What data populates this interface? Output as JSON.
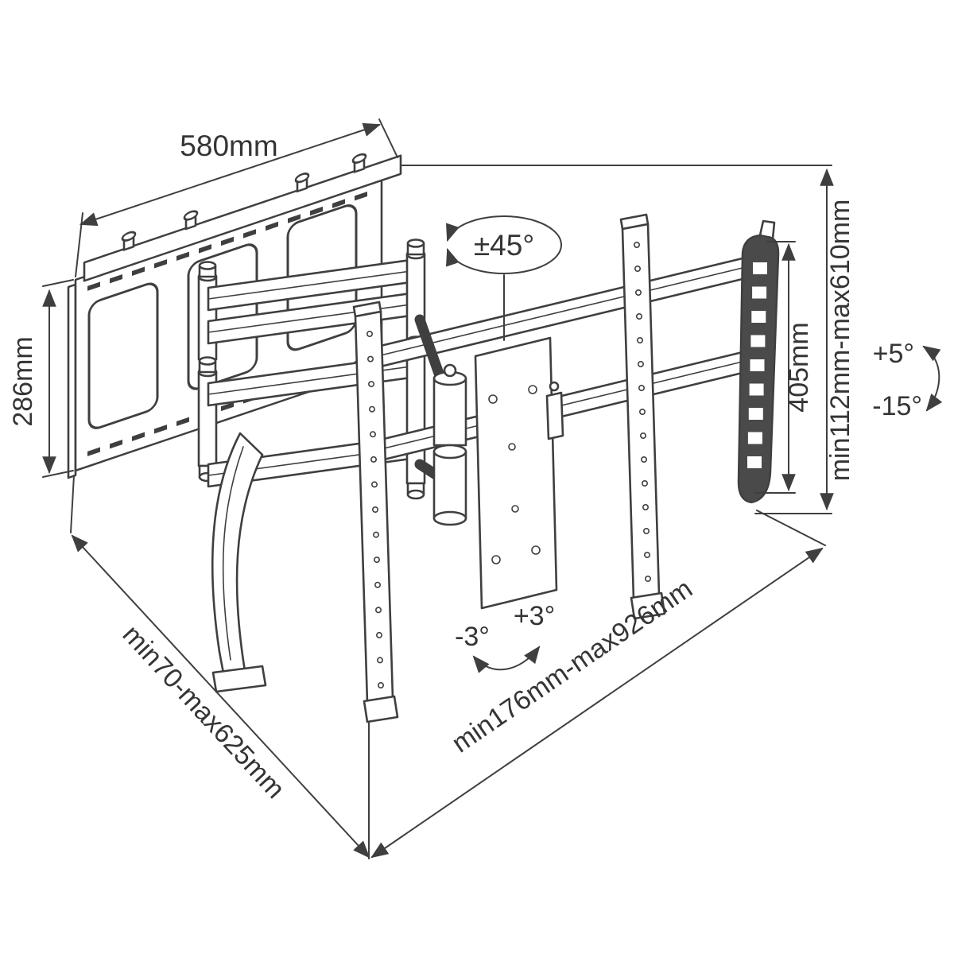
{
  "page": {
    "background": "#ffffff"
  },
  "diagram": {
    "type": "technical-drawing",
    "subject": "Full-motion articulating TV wall mount bracket, isometric dimensional drawing",
    "colors": {
      "line": "#3f3f3f",
      "text": "#353535",
      "dark_fill": "#4a4a4a",
      "background": "#ffffff"
    },
    "labels": {
      "wall_plate_width": "580mm",
      "wall_plate_height": "286mm",
      "swivel_range": "±45°",
      "bracket_height": "405mm",
      "vertical_range": "min112mm-max610mm",
      "tilt_up": "+5°",
      "tilt_down": "-15°",
      "extension_range": "min70-max625mm",
      "horizontal_range": "min176mm-max926mm",
      "level_minus": "-3°",
      "level_plus": "+3°"
    }
  }
}
